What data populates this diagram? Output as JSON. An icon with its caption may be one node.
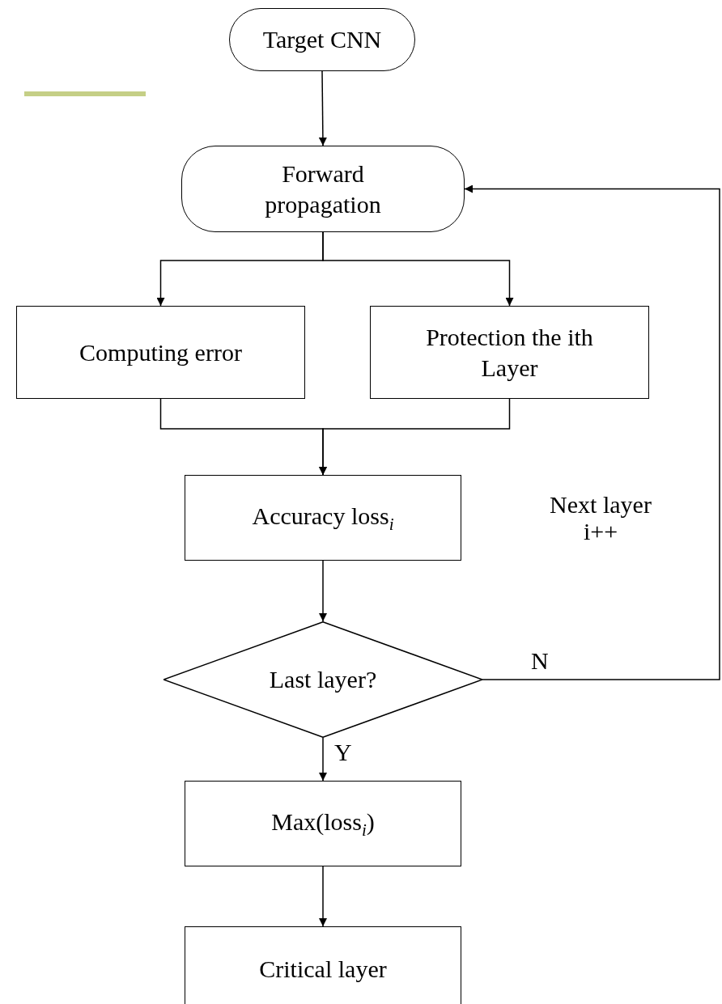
{
  "diagram": {
    "nodes": [
      {
        "text": [
          "Target CNN"
        ]
      },
      {
        "text": [
          "Forward propagation"
        ]
      },
      {
        "text": [
          "Computing error"
        ]
      },
      {
        "text": [
          "Protection the ith Layer"
        ]
      },
      {
        "text": [
          "Accuracy loss$_{i}$"
        ]
      },
      {
        "text": [
          "Last layer?"
        ]
      },
      {
        "text": [
          "Max(loss$_{i}$)"
        ]
      },
      {
        "text": [
          "Critical layer"
        ]
      }
    ],
    "edges": [
      {
        "from": 0,
        "to": 1,
        "arrow": "to"
      },
      {
        "from": 1,
        "to": 2,
        "arrow": "to"
      },
      {
        "from": 1,
        "to": 3,
        "arrow": "to"
      },
      {
        "from": 2,
        "to": 4,
        "arrow": "to"
      },
      {
        "from": 3,
        "to": 4,
        "arrow": "to"
      },
      {
        "from": 4,
        "to": 5,
        "arrow": "to"
      },
      {
        "from": 5,
        "to": 6,
        "arrow": "to",
        "label": "Y"
      },
      {
        "from": 6,
        "to": 7,
        "arrow": "to"
      },
      {
        "from": 5,
        "to": 1,
        "arrow": "to",
        "label": "N"
      }
    ],
    "labels": [
      "Next layer i++"
    ]
  }
}
